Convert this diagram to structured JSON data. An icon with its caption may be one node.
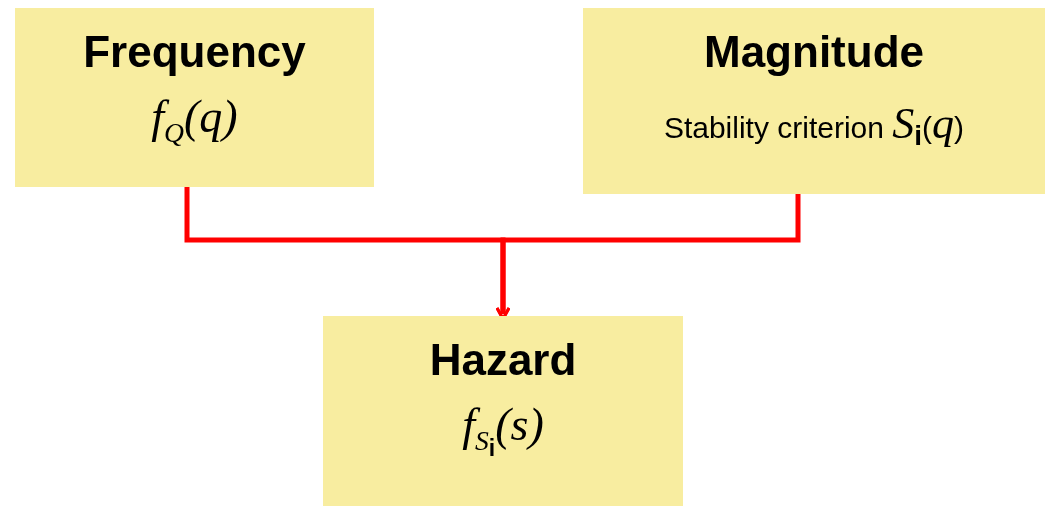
{
  "diagram": {
    "nodes": [
      {
        "text": [
          "Frequency",
          "f$_{Q}$(q)"
        ]
      },
      {
        "text": [
          "Magnitude",
          "Stability criterion *S*$_{i}$(*q*)"
        ]
      },
      {
        "text": [
          "Hazard",
          "f$_{S}$$_{i}$(s)"
        ]
      }
    ],
    "edges": [
      {
        "from": 0,
        "to": 2,
        "arrow": "to"
      },
      {
        "from": 1,
        "to": 2,
        "arrow": "to"
      }
    ]
  }
}
